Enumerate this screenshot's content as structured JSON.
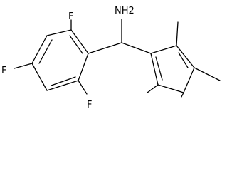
{
  "molecule": {
    "amine_label": "NH2",
    "atom_labels": {
      "fluorine_top": "F",
      "fluorine_left": "F",
      "fluorine_bottom": "F"
    }
  },
  "colors": {
    "bond": "#000000",
    "text": "#000000",
    "background": "#ffffff"
  }
}
